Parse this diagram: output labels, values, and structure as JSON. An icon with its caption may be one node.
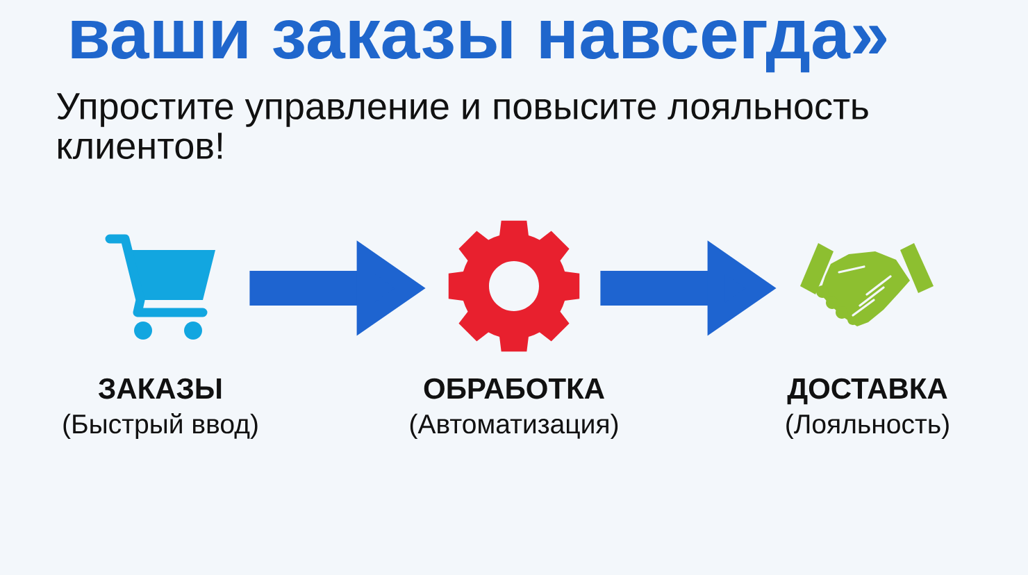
{
  "diagram": {
    "title": "ваши заказы навсегда»",
    "nodes": [
      {
        "text": [],
        "shape": "picture",
        "beside": [
          "ЗАКАЗЫ",
          "(Быстрый ввод)"
        ]
      },
      {
        "text": [],
        "shape": "picture",
        "beside": [
          "ОБРАБОТКА",
          "(Автоматизация)"
        ]
      },
      {
        "text": [],
        "shape": "picture",
        "beside": [
          "ДОСТАВКА",
          "(Лояльность)"
        ]
      }
    ],
    "edges": [
      {
        "from": 0,
        "to": 1,
        "arrow": "to"
      },
      {
        "from": 1,
        "to": 2,
        "arrow": "to"
      }
    ],
    "labels": [
      "Упростите управление и повысите лояльность клиентов!"
    ]
  }
}
